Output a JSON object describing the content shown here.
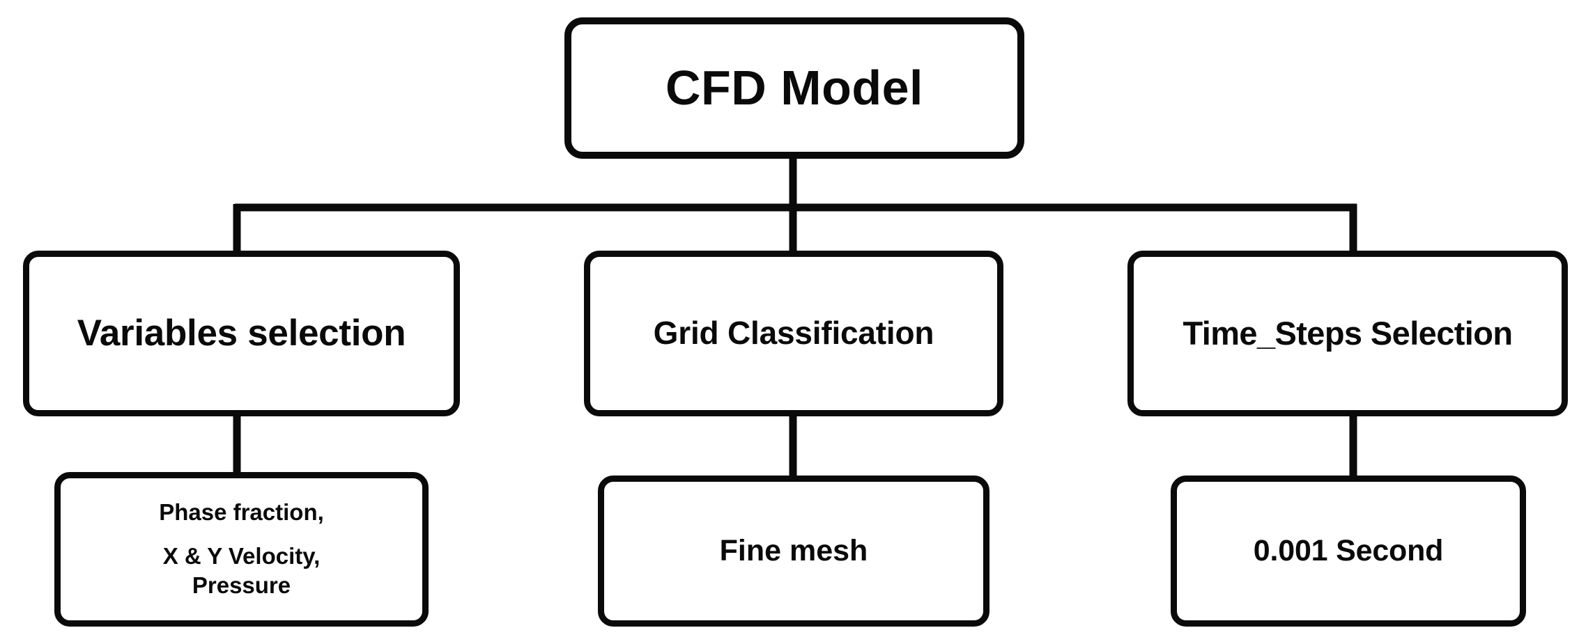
{
  "diagram": {
    "title": "CFD Model",
    "type": "tree",
    "background_color": "#ffffff",
    "line_color": "#0a0a0a",
    "box_fill_color": "#ffffff"
  },
  "nodes": {
    "root": {
      "label": "CFD Model"
    },
    "level2": [
      {
        "id": "variables",
        "label": "Variables selection"
      },
      {
        "id": "grid",
        "label": "Grid Classification"
      },
      {
        "id": "timesteps",
        "label": "Time_Steps Selection"
      }
    ],
    "level3": [
      {
        "id": "vars-detail",
        "lines": [
          "Phase fraction,",
          "X & Y Velocity,",
          "Pressure"
        ]
      },
      {
        "id": "fine-mesh",
        "label": "Fine mesh"
      },
      {
        "id": "timestep-val",
        "label": "0.001 Second"
      }
    ]
  },
  "edges": [
    {
      "from": "root",
      "to": "variables"
    },
    {
      "from": "root",
      "to": "grid"
    },
    {
      "from": "root",
      "to": "timesteps"
    },
    {
      "from": "variables",
      "to": "vars-detail"
    },
    {
      "from": "grid",
      "to": "fine-mesh"
    },
    {
      "from": "timesteps",
      "to": "timestep-val"
    }
  ]
}
